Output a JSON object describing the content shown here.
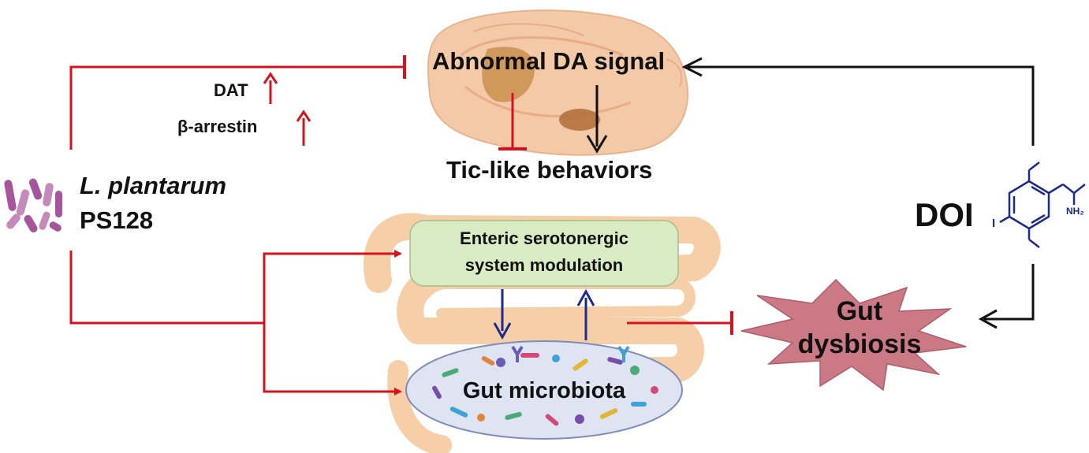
{
  "labels": {
    "abnormal_da_signal": "Abnormal DA signal",
    "tic_like_behaviors": "Tic-like behaviors",
    "dat": "DAT",
    "beta_arrestin": "β-arrestin",
    "organism_name": "L. plantarum",
    "strain": "PS128",
    "enteric_line1": "Enteric serotonergic",
    "enteric_line2": "system modulation",
    "gut_microbiota": "Gut microbiota",
    "doi": "DOI",
    "gut_dysbiosis_line1": "Gut",
    "gut_dysbiosis_line2": "dysbiosis",
    "molecule_nh2": "NH₂",
    "molecule_iodine": "I"
  },
  "colors": {
    "inhibit_red": "#d7121f",
    "activate_black": "#111111",
    "microbiota_blue": "#1c2a8c",
    "brain_fill": "#f4c9a8",
    "brain_region": "#c9904d",
    "intestine_fill": "#f6cfa8",
    "enteric_box_fill": "#d9ecc4",
    "microbiota_ellipse": "#dfe4f2",
    "dysbiosis_star": "#c66b78",
    "bacteria_purple": "#a6549b"
  },
  "icons": {
    "brain": "brain-illustration",
    "intestine": "intestine-illustration",
    "bacteria": "bacteria-cluster-icon",
    "molecule": "doi-molecule-structure",
    "star": "dysbiosis-burst-icon"
  }
}
